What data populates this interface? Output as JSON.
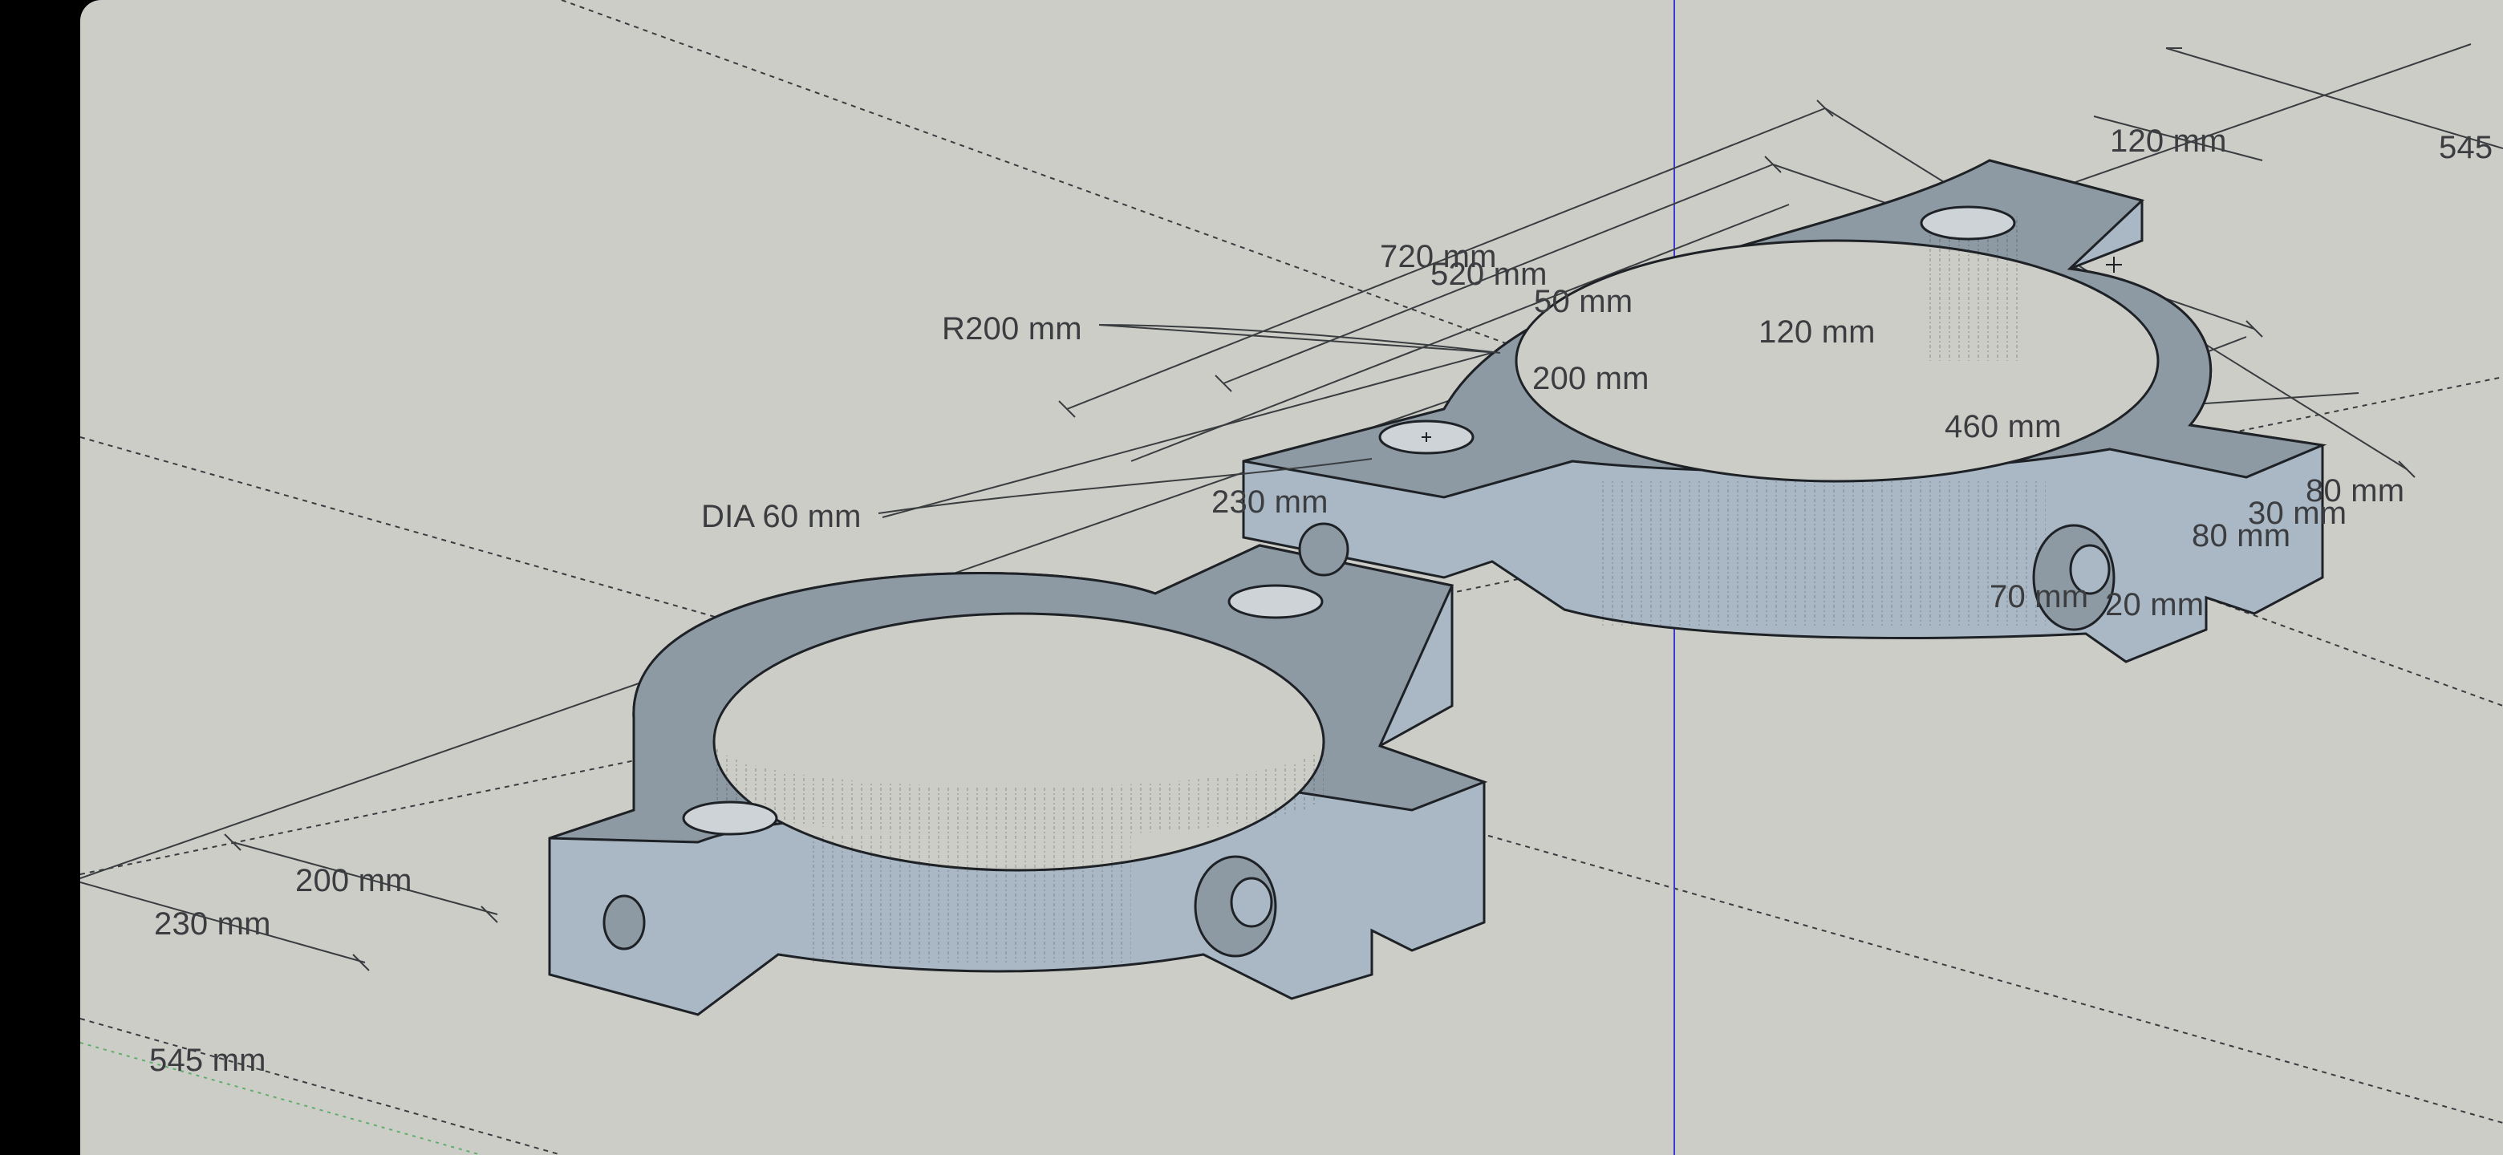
{
  "app": {
    "viewport_background": "#cdcdc8",
    "part_fill": "#a9b8c4",
    "part_top_fill": "#8e9aa3",
    "edge_color": "#1e2226",
    "vertical_axis_color": "#3a3ad0"
  },
  "dimensions": {
    "d_720": "720 mm",
    "d_520": "520 mm",
    "d_50": "50 mm",
    "d_120_top": "120 mm",
    "d_120_mid": "120 mm",
    "d_545_top": "545",
    "r_200": "R200 mm",
    "d_200_mid": "200 mm",
    "d_460": "460 mm",
    "dia_60": "DIA 60 mm",
    "d_230_mid": "230 mm",
    "d_80_a": "80 mm",
    "d_30": "30 mm",
    "d_80_b": "80 mm",
    "d_70": "70 mm",
    "d_20": "20 mm",
    "d_200_left": "200 mm",
    "d_230_left": "230 mm",
    "d_545_bottom": "545 mm"
  }
}
